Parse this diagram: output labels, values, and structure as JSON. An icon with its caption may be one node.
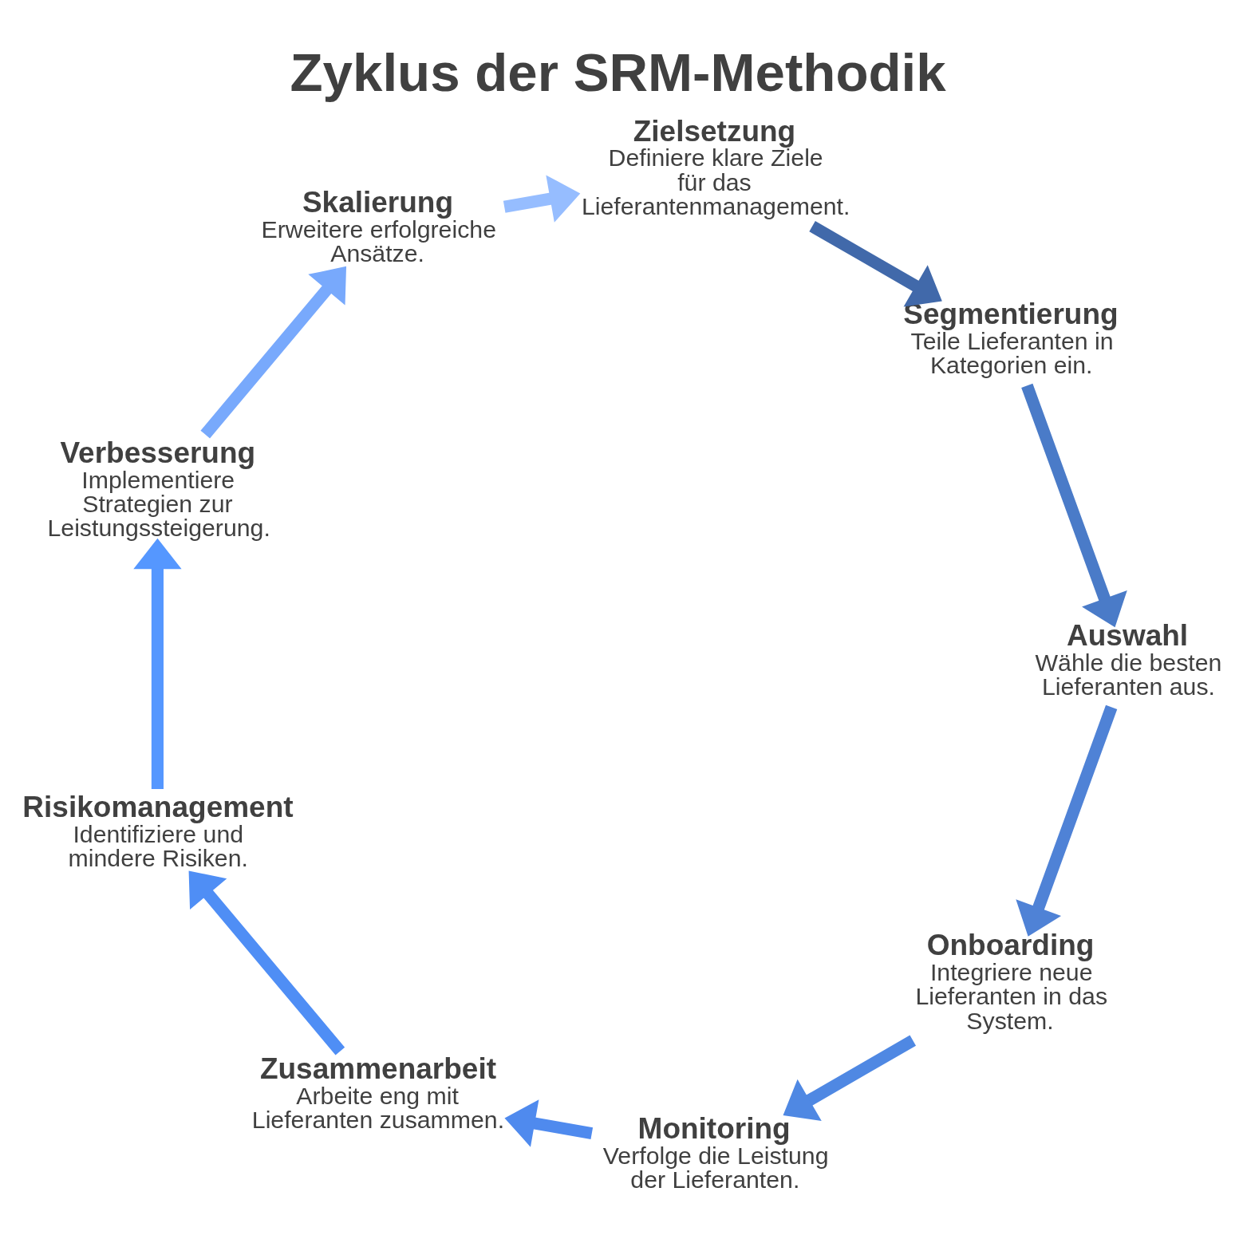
{
  "diagram": {
    "title": "Zyklus der SRM-Methodik",
    "nodes": [
      {
        "text": [
          "Zielsetzung",
          "Definiere klare Ziele für das Lieferantenmanagement."
        ]
      },
      {
        "text": [
          "Segmentierung",
          "Teile Lieferanten in Kategorien ein."
        ]
      },
      {
        "text": [
          "Auswahl",
          "Wähle die besten Lieferanten aus."
        ]
      },
      {
        "text": [
          "Onboarding",
          "Integriere neue Lieferanten in das System."
        ]
      },
      {
        "text": [
          "Monitoring",
          "Verfolge die Leistung der Lieferanten."
        ]
      },
      {
        "text": [
          "Zusammenarbeit",
          "Arbeite eng mit Lieferanten zusammen."
        ]
      },
      {
        "text": [
          "Risikomanagement",
          "Identifiziere und mindere Risiken."
        ]
      },
      {
        "text": [
          "Verbesserung",
          "Implementiere Strategien zur Leistungssteigerung."
        ]
      },
      {
        "text": [
          "Skalierung",
          "Erweitere erfolgreiche Ansätze."
        ]
      }
    ],
    "edges": [
      {
        "from": 0,
        "to": 1,
        "arrow": "to",
        "color": "#4169aa"
      },
      {
        "from": 1,
        "to": 2,
        "arrow": "to",
        "color": "#4a7bc8"
      },
      {
        "from": 2,
        "to": 3,
        "arrow": "to",
        "color": "#4f82d6"
      },
      {
        "from": 3,
        "to": 4,
        "arrow": "to",
        "color": "#4f88e3"
      },
      {
        "from": 4,
        "to": 5,
        "arrow": "to",
        "color": "#4f8aee"
      },
      {
        "from": 5,
        "to": 6,
        "arrow": "to",
        "color": "#4f8ef5"
      },
      {
        "from": 6,
        "to": 7,
        "arrow": "to",
        "color": "#5597ff"
      },
      {
        "from": 7,
        "to": 8,
        "arrow": "to",
        "color": "#78a9fc"
      },
      {
        "from": 8,
        "to": 0,
        "arrow": "to",
        "color": "#96bdff"
      }
    ]
  }
}
